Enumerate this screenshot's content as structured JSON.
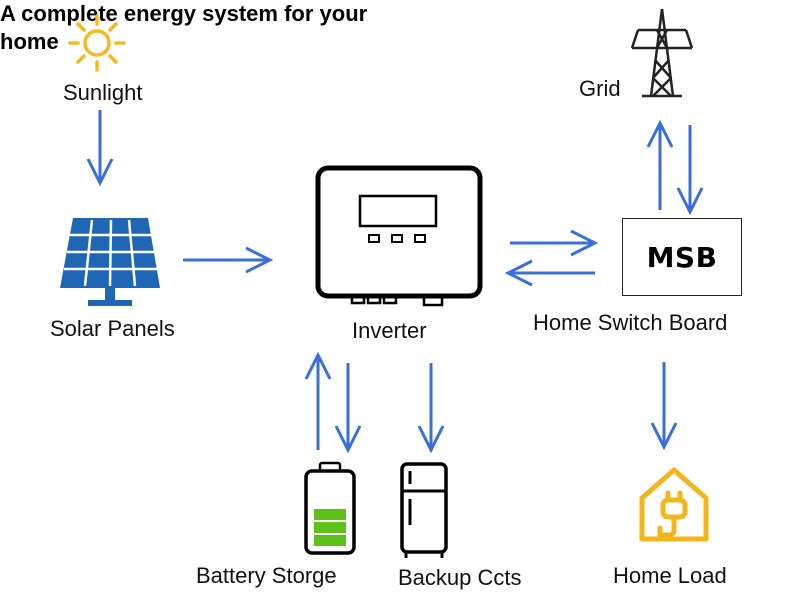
{
  "title": "A complete energy system for your home",
  "labels": {
    "sunlight": "Sunlight",
    "solar_panels": "Solar Panels",
    "inverter": "Inverter",
    "grid": "Grid",
    "msb": "MSB",
    "home_switch_board": "Home Switch Board",
    "battery": "Battery Storge",
    "backup": "Backup Ccts",
    "home_load": "Home Load"
  },
  "icons": {
    "sunlight": "sun-icon",
    "solar_panels": "solar-panel-icon",
    "inverter": "inverter-icon",
    "grid": "transmission-tower-icon",
    "battery": "battery-icon",
    "backup": "refrigerator-icon",
    "home_load": "house-plug-icon"
  },
  "colors": {
    "arrow": "#3a6fd8",
    "sun": "#f5b820",
    "solar_panel": "#1f66b5",
    "battery_fill": "#5cc21a",
    "home_load": "#f2b51c"
  }
}
